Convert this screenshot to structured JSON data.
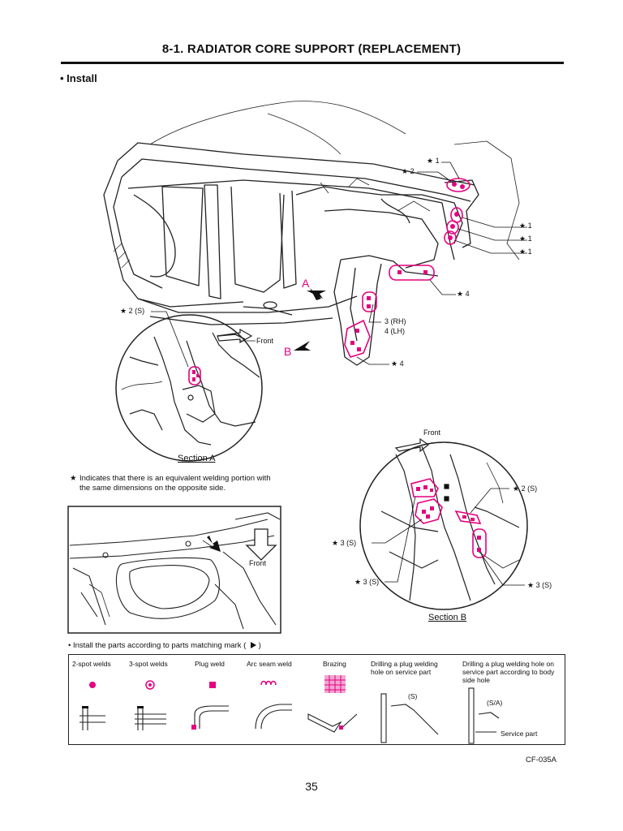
{
  "page": {
    "title": "8-1. RADIATOR CORE SUPPORT (REPLACEMENT)",
    "bullet_label": "• Install",
    "code": "CF-035A",
    "page_number": "35"
  },
  "main_diagram": {
    "callouts": {
      "star1_top": "★ 1",
      "star2_top": "★ 2",
      "star1_r1": "★ 1",
      "star1_r2": "★ 1",
      "star1_r3": "★ 1",
      "star4_upper": "★ 4",
      "star2s_left": "★ 2 (S)",
      "part_3rh": "3 (RH)",
      "part_4lh": "4 (LH)",
      "star4_lower": "★ 4",
      "arrow_a": "A",
      "arrow_b": "B",
      "front_a": "Front"
    }
  },
  "section_a": {
    "label": "Section A"
  },
  "section_b": {
    "label": "Section B",
    "front": "Front",
    "star2s": "★ 2 (S)",
    "star3s_left1": "★ 3 (S)",
    "star3s_left2": "★ 3 (S)",
    "star3s_right": "★ 3 (S)"
  },
  "note": {
    "star": "★",
    "text": "Indicates that there is an equivalent welding portion with the same dimensions on the opposite side."
  },
  "lower_diagram": {
    "front": "Front"
  },
  "legend": {
    "heading": "Install the parts according to parts matching mark (",
    "heading_end": ")",
    "items": [
      {
        "label": "2-spot welds"
      },
      {
        "label": "3-spot welds"
      },
      {
        "label": "Plug weld"
      },
      {
        "label": "Arc seam weld"
      },
      {
        "label": "Brazing"
      },
      {
        "label": "Drilling a plug welding hole on service part",
        "sub": "(S)"
      },
      {
        "label": "Drilling a plug welding hole on service part according to body side hole",
        "sub": "(S/A)",
        "sub2": "Service part"
      }
    ]
  },
  "colors": {
    "accent": "#e4007f",
    "ink": "#111111"
  }
}
